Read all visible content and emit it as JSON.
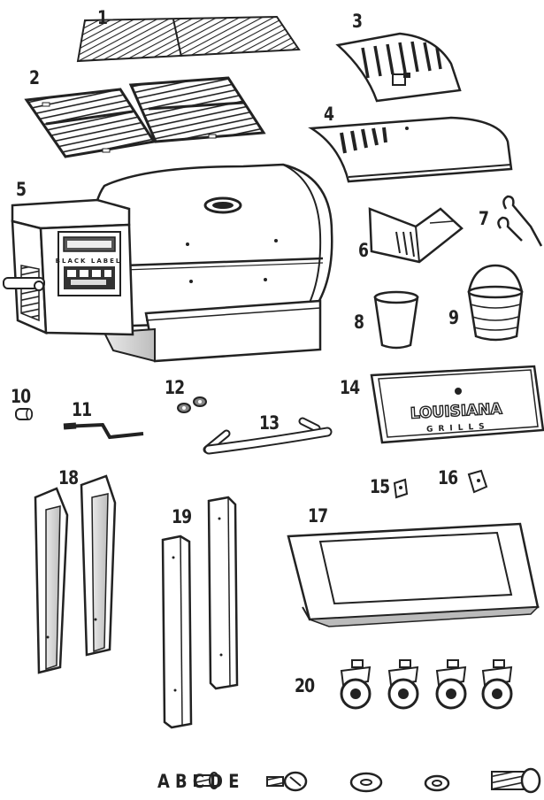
{
  "parts": [
    {
      "number": "1",
      "part": "warming-rack"
    },
    {
      "number": "2",
      "part": "cooking-grates"
    },
    {
      "number": "3",
      "part": "flame-broiler-slide"
    },
    {
      "number": "4",
      "part": "heat-baffle"
    },
    {
      "number": "5",
      "part": "grill-body-with-hopper"
    },
    {
      "number": "6",
      "part": "grease-chute"
    },
    {
      "number": "7",
      "part": "hooks"
    },
    {
      "number": "8",
      "part": "grease-cup"
    },
    {
      "number": "9",
      "part": "grease-bucket"
    },
    {
      "number": "10",
      "part": "knob"
    },
    {
      "number": "11",
      "part": "slide-handle"
    },
    {
      "number": "12",
      "part": "washers"
    },
    {
      "number": "13",
      "part": "lid-handle"
    },
    {
      "number": "14",
      "part": "front-shelf"
    },
    {
      "number": "15",
      "part": "shelf-bracket"
    },
    {
      "number": "16",
      "part": "shelf-bracket"
    },
    {
      "number": "17",
      "part": "bottom-shelf"
    },
    {
      "number": "18",
      "part": "front-legs"
    },
    {
      "number": "19",
      "part": "rear-legs"
    },
    {
      "number": "20",
      "part": "casters"
    }
  ],
  "hardware_labels": "A B C D E",
  "controller": {
    "brand": "BLACK LABEL"
  },
  "logo": {
    "line1": "LOUISIANA",
    "line2": "GRILLS"
  },
  "colors": {
    "line": "#222222",
    "fill": "#ffffff",
    "shade": "#cfcfcf",
    "dark": "#555555"
  }
}
